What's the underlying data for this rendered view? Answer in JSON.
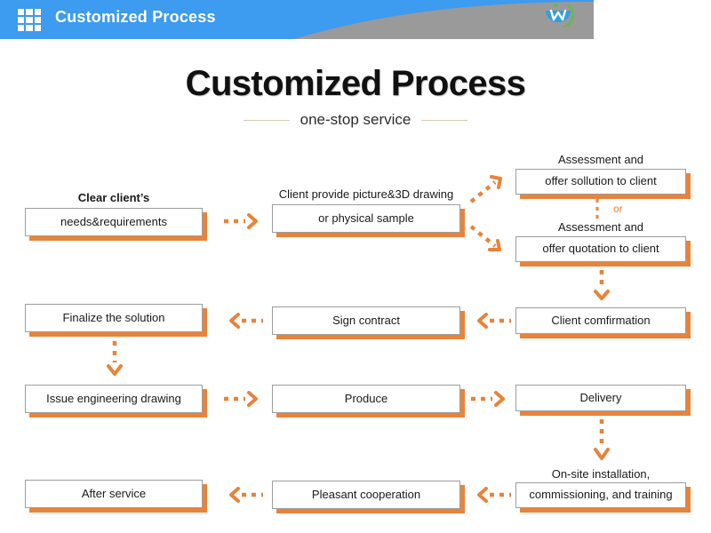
{
  "header": {
    "title": "Customized Process",
    "grid_icon": "grid-icon",
    "logo_icon": "company-logo-icon",
    "logo_subtext": "",
    "blue": "#3d9bf0",
    "gray": "#9a9a9a"
  },
  "title_block": {
    "title": "Customized Process",
    "subtitle": "one-stop service"
  },
  "theme": {
    "accent": "#e8833a",
    "box_border": "#9d9d9d",
    "box_fill": "#ffffff",
    "text": "#1a1a1a"
  },
  "diagram": {
    "type": "flowchart",
    "or_label": "or",
    "nodes": [
      {
        "id": "n1",
        "over_label": "Clear client’s",
        "over_bold": true,
        "label": "needs&requirements",
        "row": 1,
        "col": 1
      },
      {
        "id": "n2",
        "over_label": "Client  provide picture&3D drawing",
        "over_bold": false,
        "label": "or physical sample",
        "row": 1,
        "col": 2
      },
      {
        "id": "n3",
        "over_label": "Assessment and",
        "over_bold": false,
        "label": "offer sollution to client",
        "row": 1,
        "col": 3
      },
      {
        "id": "n4",
        "over_label": "Assessment and",
        "over_bold": false,
        "label": "offer quotation to client",
        "row": 1,
        "col": 3
      },
      {
        "id": "n5",
        "over_label": "",
        "over_bold": false,
        "label": "Finalize the solution",
        "row": 2,
        "col": 1
      },
      {
        "id": "n6",
        "over_label": "",
        "over_bold": false,
        "label": "Sign contract",
        "row": 2,
        "col": 2
      },
      {
        "id": "n7",
        "over_label": "",
        "over_bold": false,
        "label": "Client comfirmation",
        "row": 2,
        "col": 3
      },
      {
        "id": "n8",
        "over_label": "",
        "over_bold": false,
        "label": "Issue engineering drawing",
        "row": 3,
        "col": 1
      },
      {
        "id": "n9",
        "over_label": "",
        "over_bold": false,
        "label": "Produce",
        "row": 3,
        "col": 2
      },
      {
        "id": "n10",
        "over_label": "",
        "over_bold": false,
        "label": "Delivery",
        "row": 3,
        "col": 3
      },
      {
        "id": "n11",
        "over_label": "",
        "over_bold": false,
        "label": "After service",
        "row": 4,
        "col": 1
      },
      {
        "id": "n12",
        "over_label": "",
        "over_bold": false,
        "label": "Pleasant cooperation",
        "row": 4,
        "col": 2
      },
      {
        "id": "n13",
        "over_label": "On-site installation,",
        "over_bold": false,
        "label": "commissioning, and training",
        "row": 4,
        "col": 3
      }
    ],
    "edges": [
      {
        "from": "n1",
        "to": "n2",
        "direction": "right"
      },
      {
        "from": "n2",
        "to": "n3",
        "direction": "up-right"
      },
      {
        "from": "n2",
        "to": "n4",
        "direction": "down-right"
      },
      {
        "from": "n3",
        "to": "n4",
        "direction": "down-dotted"
      },
      {
        "from": "n4",
        "to": "n7",
        "direction": "down"
      },
      {
        "from": "n7",
        "to": "n6",
        "direction": "left"
      },
      {
        "from": "n6",
        "to": "n5",
        "direction": "left"
      },
      {
        "from": "n5",
        "to": "n8",
        "direction": "down"
      },
      {
        "from": "n8",
        "to": "n9",
        "direction": "right"
      },
      {
        "from": "n9",
        "to": "n10",
        "direction": "right"
      },
      {
        "from": "n10",
        "to": "n13",
        "direction": "down"
      },
      {
        "from": "n13",
        "to": "n12",
        "direction": "left"
      },
      {
        "from": "n12",
        "to": "n11",
        "direction": "left"
      }
    ]
  }
}
